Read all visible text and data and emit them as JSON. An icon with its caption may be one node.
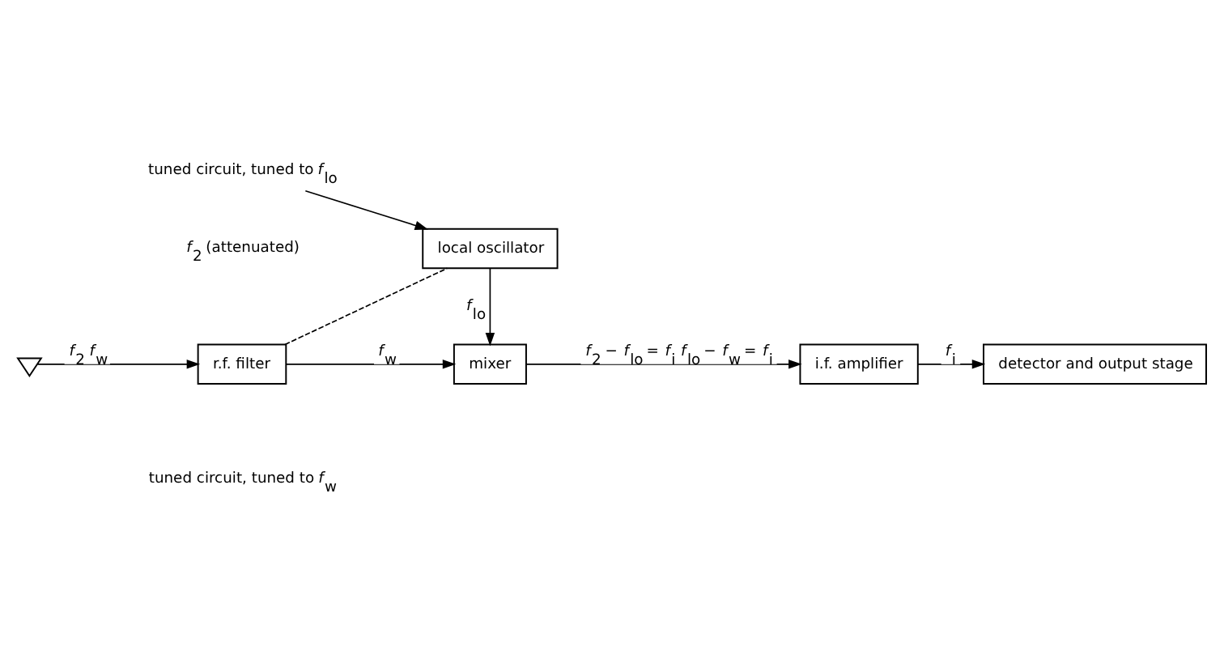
{
  "diagram": {
    "nodes": [
      {
        "text": [],
        "shape": "picture"
      },
      {
        "text": [
          "r.f. filter"
        ]
      },
      {
        "text": [
          "mixer"
        ]
      },
      {
        "text": [
          "i.f. amplifier"
        ]
      },
      {
        "text": [
          "detector and output stage"
        ]
      },
      {
        "text": [
          "local oscillator"
        ]
      },
      {
        "text": [
          "tuned circuit, tuned to *f*$_{lo}$"
        ]
      }
    ],
    "edges": [
      {
        "from": 0,
        "to": 1,
        "arrow": "to",
        "label": "*f*$_{2}$ *f*$_{w}$"
      },
      {
        "from": 1,
        "to": 2,
        "arrow": "to",
        "label": "*f*$_{w}$"
      },
      {
        "from": 2,
        "to": 3,
        "arrow": "to",
        "label": "*f*$_{2}$ − *f*$_{lo}$ = *f*$_{i}$ *f*$_{lo}$ − *f*$_{w}$ = *f*$_{i}$"
      },
      {
        "from": 3,
        "to": 4,
        "arrow": "to",
        "label": "*f*$_{i}$"
      },
      {
        "from": 5,
        "to": 2,
        "arrow": "to",
        "label": "*f*$_{lo}$"
      },
      {
        "from": 6,
        "to": 5,
        "arrow": "to"
      },
      {
        "from": 1,
        "to": 5,
        "arrow": "none",
        "style": "dashed"
      }
    ],
    "labels": [
      "*f*$_{2}$ (attenuated)",
      "tuned circuit, tuned to *f*$_{w}$"
    ]
  }
}
